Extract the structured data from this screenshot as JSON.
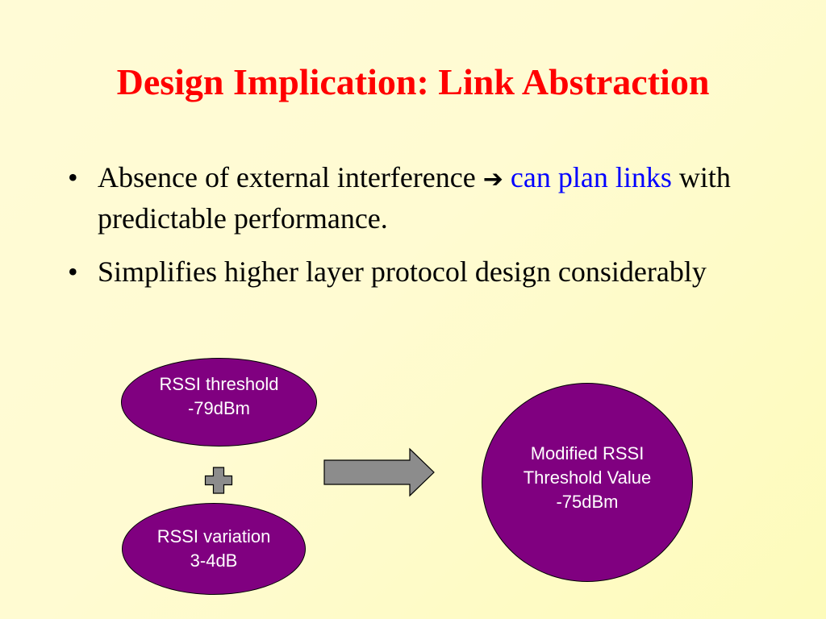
{
  "slide": {
    "title": "Design Implication: Link Abstraction",
    "bullets": [
      {
        "text_before": "Absence of external interference",
        "arrow": "➔",
        "highlight_1": "can plan",
        "highlight_2": "links",
        "text_after": "with predictable performance."
      },
      {
        "text": "Simplifies higher layer protocol design considerably"
      }
    ],
    "bullet_char": "•"
  },
  "diagram": {
    "threshold": {
      "line1": "RSSI threshold",
      "line2": "-79dBm"
    },
    "variation": {
      "line1": "RSSI variation",
      "line2": "3-4dB"
    },
    "result": {
      "line1": "Modified RSSI",
      "line2": "Threshold Value",
      "line3": "-75dBm"
    },
    "operator_icon": "plus-icon",
    "flow_icon": "right-arrow-icon"
  },
  "colors": {
    "title": "#ff0000",
    "highlight": "#0000ff",
    "ellipse_fill": "#800080",
    "shape_gray": "#8c8c8c"
  }
}
